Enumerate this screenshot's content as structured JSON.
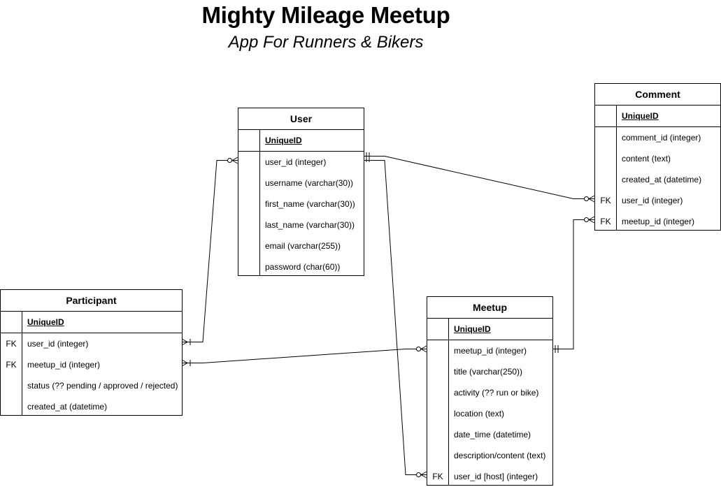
{
  "title": "Mighty Mileage Meetup",
  "subtitle": "App For Runners & Bikers",
  "entities": {
    "user": {
      "name": "User",
      "pk": "UniqueID",
      "fields": [
        {
          "key": "",
          "text": "user_id (integer)"
        },
        {
          "key": "",
          "text": "username (varchar(30))"
        },
        {
          "key": "",
          "text": "first_name (varchar(30))"
        },
        {
          "key": "",
          "text": "last_name (varchar(30))"
        },
        {
          "key": "",
          "text": "email (varchar(255))"
        },
        {
          "key": "",
          "text": "password (char(60))"
        }
      ]
    },
    "comment": {
      "name": "Comment",
      "pk": "UniqueID",
      "fields": [
        {
          "key": "",
          "text": "comment_id (integer)"
        },
        {
          "key": "",
          "text": "content (text)"
        },
        {
          "key": "",
          "text": "created_at (datetime)"
        },
        {
          "key": "FK",
          "text": "user_id (integer)"
        },
        {
          "key": "FK",
          "text": "meetup_id (integer)"
        }
      ]
    },
    "participant": {
      "name": "Participant",
      "pk": "UniqueID",
      "fields": [
        {
          "key": "FK",
          "text": "user_id (integer)"
        },
        {
          "key": "FK",
          "text": "meetup_id (integer)"
        },
        {
          "key": "",
          "text": "status (?? pending / approved / rejected)"
        },
        {
          "key": "",
          "text": "created_at (datetime)"
        }
      ]
    },
    "meetup": {
      "name": "Meetup",
      "pk": "UniqueID",
      "fields": [
        {
          "key": "",
          "text": "meetup_id (integer)"
        },
        {
          "key": "",
          "text": "title (varchar(250))"
        },
        {
          "key": "",
          "text": "activity (?? run or bike)"
        },
        {
          "key": "",
          "text": "location (text)"
        },
        {
          "key": "",
          "text": "date_time (datetime)"
        },
        {
          "key": "",
          "text": "description/content (text)"
        },
        {
          "key": "FK",
          "text": "user_id [host] (integer)"
        }
      ]
    }
  },
  "relationships": [
    {
      "from": "user.user_id",
      "to": "comment.user_id",
      "from_card": "one-and-only-one",
      "to_card": "zero-or-many"
    },
    {
      "from": "user.user_id",
      "to": "meetup.user_id",
      "from_card": "one-and-only-one",
      "to_card": "zero-or-many"
    },
    {
      "from": "user.user_id",
      "to": "participant.user_id",
      "from_card": "zero-or-many",
      "to_card": "one-or-many"
    },
    {
      "from": "meetup.meetup_id",
      "to": "participant.meetup_id",
      "from_card": "zero-or-many",
      "to_card": "one-or-many"
    },
    {
      "from": "meetup.meetup_id",
      "to": "comment.meetup_id",
      "from_card": "one-and-only-one",
      "to_card": "zero-or-many"
    }
  ]
}
